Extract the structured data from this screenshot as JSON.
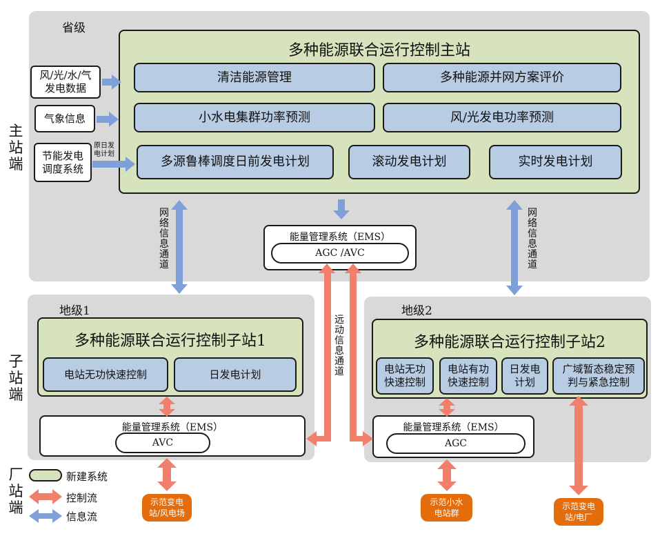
{
  "side_labels": {
    "main": "主站端",
    "sub": "子站端",
    "plant": "厂站端"
  },
  "province": {
    "label": "省级",
    "master": {
      "title": "多种能源联合运行控制主站",
      "row1": [
        "清洁能源管理",
        "多种能源并网方案评价"
      ],
      "row2": [
        "小水电集群功率预测",
        "风/光发电功率预测"
      ],
      "row3": [
        "多源鲁棒调度日前发电计划",
        "滚动发电计划",
        "实时发电计划"
      ]
    },
    "inputs": [
      "风/光/水/气发电数据",
      "气象信息",
      "节能发电调度系统"
    ],
    "input_note": "原日发电计划",
    "ems": {
      "label": "能量管理系统（EMS）",
      "sub": "AGC /AVC"
    }
  },
  "channels": {
    "network": "网络信息通道",
    "remote": "远动信息通道"
  },
  "district1": {
    "label": "地级1",
    "title": "多种能源联合运行控制子站1",
    "funcs": [
      "电站无功快速控制",
      "日发电计划"
    ],
    "ems": {
      "label": "能量管理系统（EMS）",
      "sub": "AVC"
    }
  },
  "district2": {
    "label": "地级2",
    "title": "多种能源联合运行控制子站2",
    "funcs": [
      "电站无功快速控制",
      "电站有功快速控制",
      "日发电计划",
      "广域暂态稳定预判与紧急控制"
    ],
    "ems": {
      "label": "能量管理系统（EMS）",
      "sub": "AGC"
    }
  },
  "plants": [
    "示范变电站/风电场",
    "示范小水电站群",
    "示范变电站/电厂"
  ],
  "legend": {
    "new_system": "新建系统",
    "control_flow": "控制流",
    "info_flow": "信息流"
  },
  "colors": {
    "info_arrow": "#7f9fd9",
    "control_arrow": "#f07f6b",
    "green": "#d6e3bc",
    "blue": "#b8cce4",
    "plant": "#e46c0a"
  }
}
